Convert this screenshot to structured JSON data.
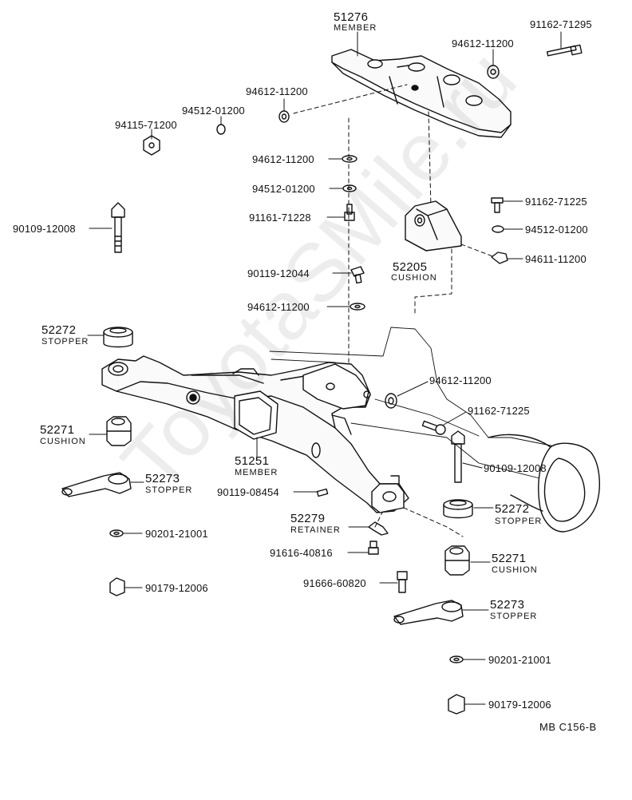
{
  "diagram": {
    "parts": [
      {
        "id": "p1",
        "number": "51276",
        "name": "MEMBER"
      },
      {
        "id": "p2",
        "number": "91162-71295"
      },
      {
        "id": "p3",
        "number": "94612-11200"
      },
      {
        "id": "p4",
        "number": "94612-11200"
      },
      {
        "id": "p5",
        "number": "94512-01200"
      },
      {
        "id": "p6",
        "number": "94115-71200"
      },
      {
        "id": "p7",
        "number": "94612-11200"
      },
      {
        "id": "p8",
        "number": "94512-01200"
      },
      {
        "id": "p9",
        "number": "91161-71228"
      },
      {
        "id": "p10",
        "number": "90109-12008"
      },
      {
        "id": "p11",
        "number": "91162-71225"
      },
      {
        "id": "p12",
        "number": "94512-01200"
      },
      {
        "id": "p13",
        "number": "94611-11200"
      },
      {
        "id": "p14",
        "number": "52205",
        "name": "CUSHION"
      },
      {
        "id": "p15",
        "number": "90119-12044"
      },
      {
        "id": "p16",
        "number": "94612-11200"
      },
      {
        "id": "p17",
        "number": "52272",
        "name": "STOPPER"
      },
      {
        "id": "p18",
        "number": "94612-11200"
      },
      {
        "id": "p19",
        "number": "91162-71225"
      },
      {
        "id": "p20",
        "number": "52271",
        "name": "CUSHION"
      },
      {
        "id": "p21",
        "number": "51251",
        "name": "MEMBER"
      },
      {
        "id": "p22",
        "number": "90109-12008"
      },
      {
        "id": "p23",
        "number": "52273",
        "name": "STOPPER"
      },
      {
        "id": "p24",
        "number": "90119-08454"
      },
      {
        "id": "p25",
        "number": "52272",
        "name": "STOPPER"
      },
      {
        "id": "p26",
        "number": "52279",
        "name": "RETAINER"
      },
      {
        "id": "p27",
        "number": "90201-21001"
      },
      {
        "id": "p28",
        "number": "91616-40816"
      },
      {
        "id": "p29",
        "number": "52271",
        "name": "CUSHION"
      },
      {
        "id": "p30",
        "number": "90179-12006"
      },
      {
        "id": "p31",
        "number": "91666-60820"
      },
      {
        "id": "p32",
        "number": "52273",
        "name": "STOPPER"
      },
      {
        "id": "p33",
        "number": "90201-21001"
      },
      {
        "id": "p34",
        "number": "90179-12006"
      }
    ],
    "figure_code": "MB C156-B",
    "watermark": "ToyotaSMile.ru"
  }
}
